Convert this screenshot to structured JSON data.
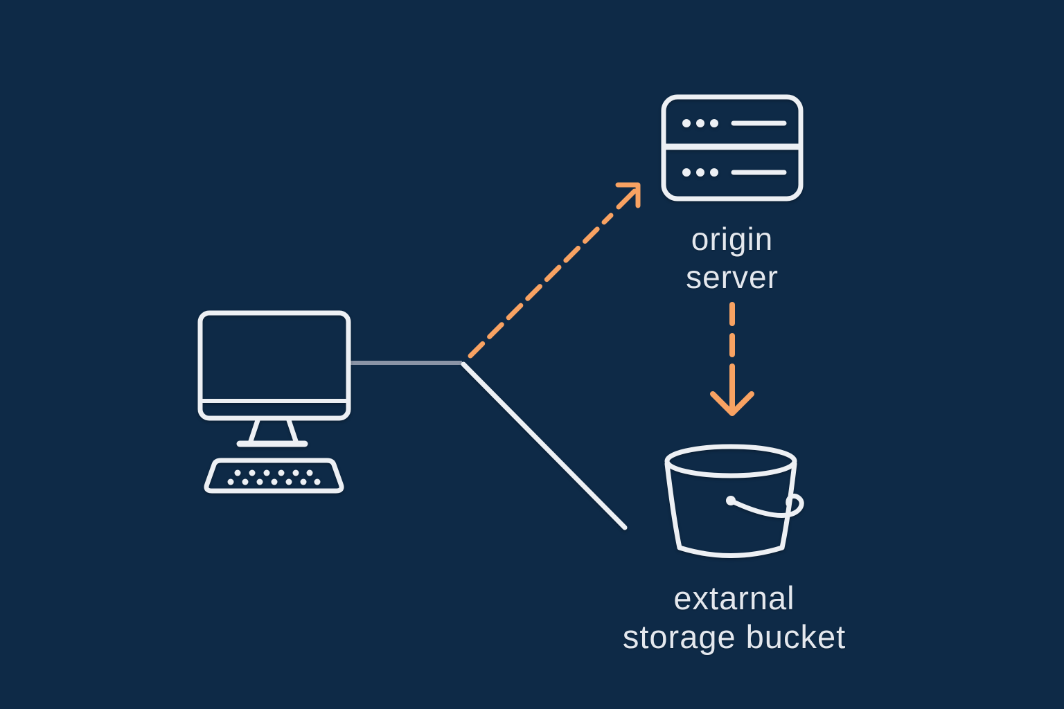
{
  "meta": {
    "description": "Dark navy network diagram: a client desktop computer connects via a junction either up to an origin server (orange dashed arrow) or down to an external storage bucket (solid light line); the origin server also points down to the bucket with an orange dashed arrow."
  },
  "colors": {
    "background": "#0E2A47",
    "icon_stroke": "#EDF0F4",
    "label_text": "#E4E8EE",
    "arrow_orange": "#F8A262",
    "client_link_gray": "#8A94A6"
  },
  "nodes": {
    "client": {
      "icon": "desktop-computer-icon",
      "label": ""
    },
    "origin_server": {
      "icon": "server-icon",
      "label_line1": "origin",
      "label_line2": "server"
    },
    "storage_bucket": {
      "icon": "storage-bucket-icon",
      "label_line1": "extarnal",
      "label_line2": "storage bucket"
    }
  },
  "connections": {
    "client_to_origin": {
      "from": "client",
      "to": "origin_server",
      "style": "dashed",
      "color": "#F8A262",
      "arrowhead": "up-right"
    },
    "client_to_bucket": {
      "from": "client",
      "to": "storage_bucket",
      "style": "solid",
      "color": "#EDF0F4",
      "arrowhead": "none"
    },
    "origin_to_bucket": {
      "from": "origin_server",
      "to": "storage_bucket",
      "style": "dashed",
      "color": "#F8A262",
      "arrowhead": "down"
    }
  }
}
